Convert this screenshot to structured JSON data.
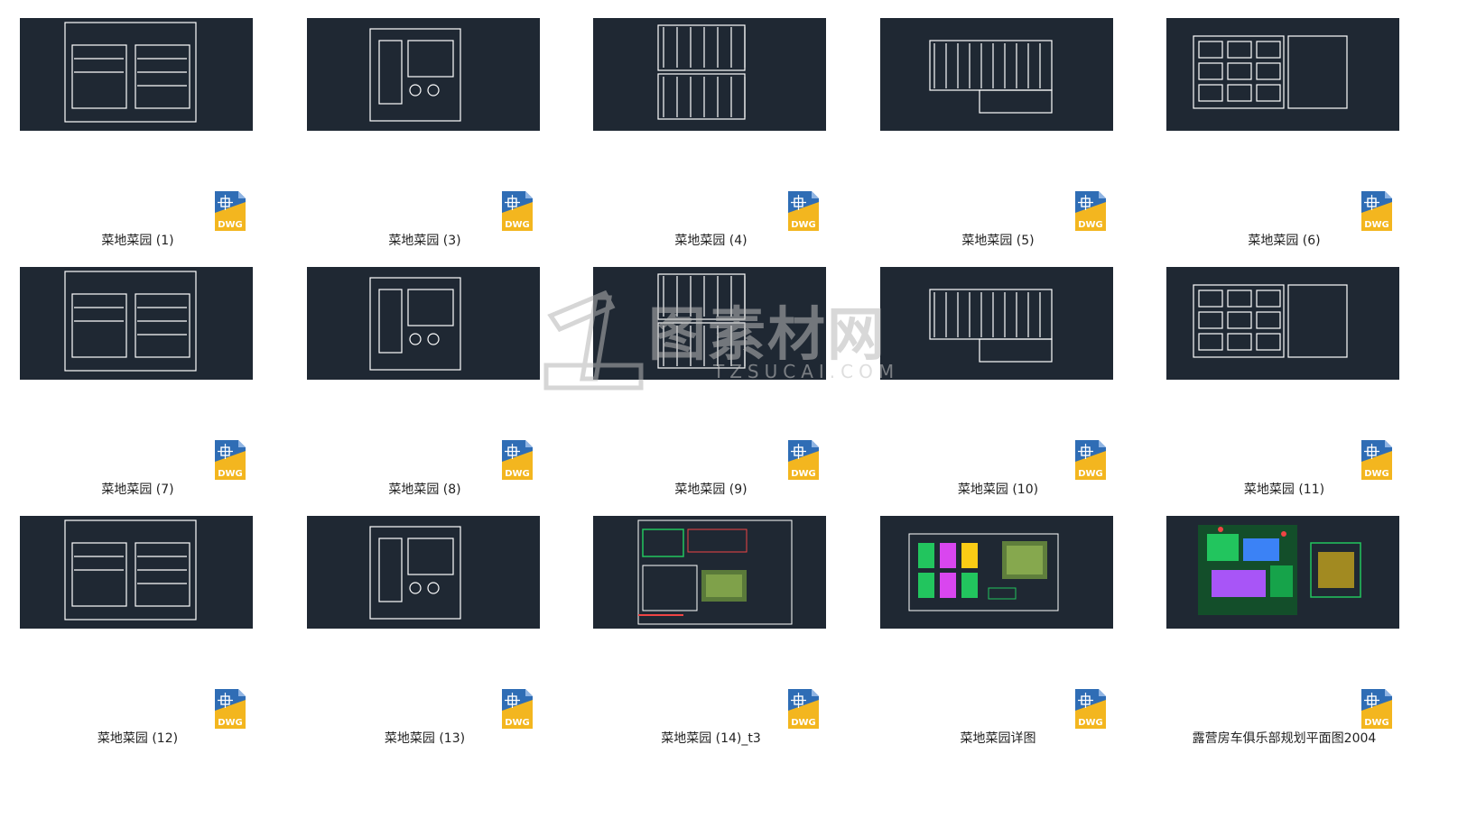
{
  "files": [
    {
      "name": "菜地菜园 (1)",
      "icon": "dwg-file-icon",
      "badge": "DWG",
      "thumb_style": "mono"
    },
    {
      "name": "菜地菜园 (3)",
      "icon": "dwg-file-icon",
      "badge": "DWG",
      "thumb_style": "mono"
    },
    {
      "name": "菜地菜园 (4)",
      "icon": "dwg-file-icon",
      "badge": "DWG",
      "thumb_style": "mono"
    },
    {
      "name": "菜地菜园 (5)",
      "icon": "dwg-file-icon",
      "badge": "DWG",
      "thumb_style": "mono"
    },
    {
      "name": "菜地菜园 (6)",
      "icon": "dwg-file-icon",
      "badge": "DWG",
      "thumb_style": "mono"
    },
    {
      "name": "菜地菜园 (7)",
      "icon": "dwg-file-icon",
      "badge": "DWG",
      "thumb_style": "mono"
    },
    {
      "name": "菜地菜园 (8)",
      "icon": "dwg-file-icon",
      "badge": "DWG",
      "thumb_style": "mono"
    },
    {
      "name": "菜地菜园 (9)",
      "icon": "dwg-file-icon",
      "badge": "DWG",
      "thumb_style": "mono"
    },
    {
      "name": "菜地菜园 (10)",
      "icon": "dwg-file-icon",
      "badge": "DWG",
      "thumb_style": "mono"
    },
    {
      "name": "菜地菜园 (11)",
      "icon": "dwg-file-icon",
      "badge": "DWG",
      "thumb_style": "mono"
    },
    {
      "name": "菜地菜园 (12)",
      "icon": "dwg-file-icon",
      "badge": "DWG",
      "thumb_style": "mono"
    },
    {
      "name": "菜地菜园 (13)",
      "icon": "dwg-file-icon",
      "badge": "DWG",
      "thumb_style": "mono"
    },
    {
      "name": "菜地菜园 (14)_t3",
      "icon": "dwg-file-icon",
      "badge": "DWG",
      "thumb_style": "color-green"
    },
    {
      "name": "菜地菜园详图",
      "icon": "dwg-file-icon",
      "badge": "DWG",
      "thumb_style": "color-pads"
    },
    {
      "name": "露营房车俱乐部规划平面图2004",
      "icon": "dwg-file-icon",
      "badge": "DWG",
      "thumb_style": "color-map"
    }
  ],
  "watermark": {
    "text": "图素材网",
    "subtext": "TZSUCAI.COM"
  },
  "colors": {
    "thumb_bg": "#1f2833",
    "icon_blue": "#2f6db5",
    "icon_yellow": "#f3b61f",
    "label": "#222222"
  }
}
